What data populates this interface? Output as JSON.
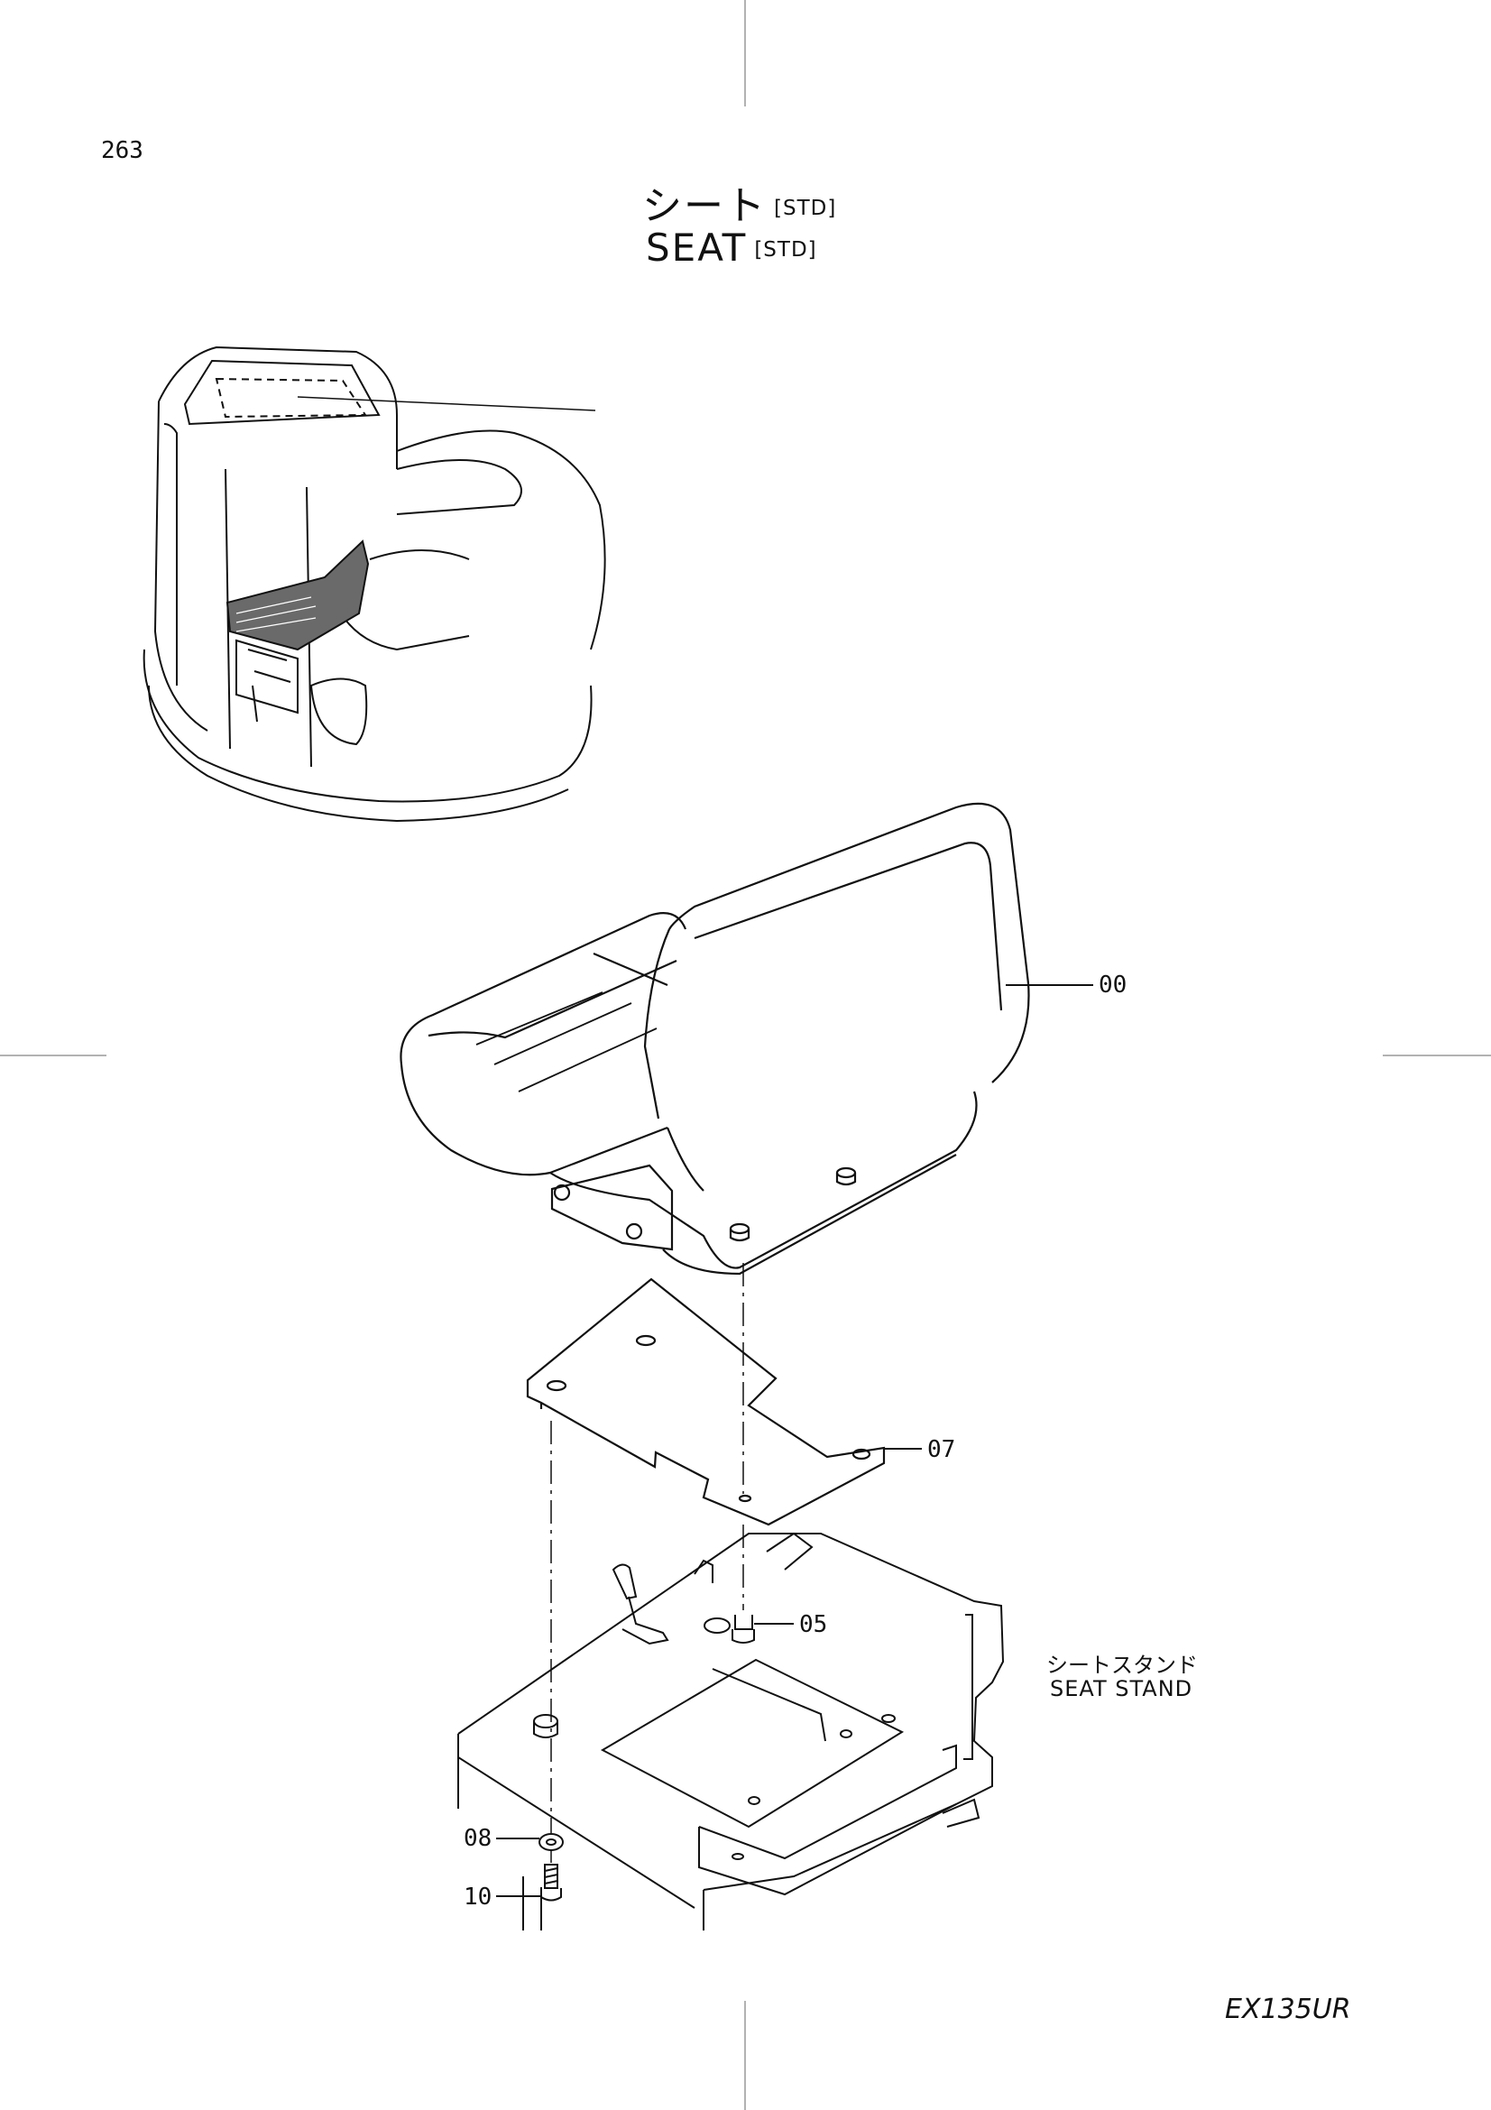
{
  "page_number": "263",
  "title": {
    "ja": "シート",
    "en": "SEAT",
    "tag": "[STD]"
  },
  "callouts": {
    "seat": "00",
    "seat_plate": "07",
    "bolt_upper": "05",
    "washer": "08",
    "bolt_lower": "10"
  },
  "seat_stand": {
    "ja": "シートスタンド",
    "en": "SEAT STAND"
  },
  "model": "EX135UR",
  "colors": {
    "line": "#111111",
    "background": "#ffffff",
    "shade": "#6a6a6a"
  }
}
